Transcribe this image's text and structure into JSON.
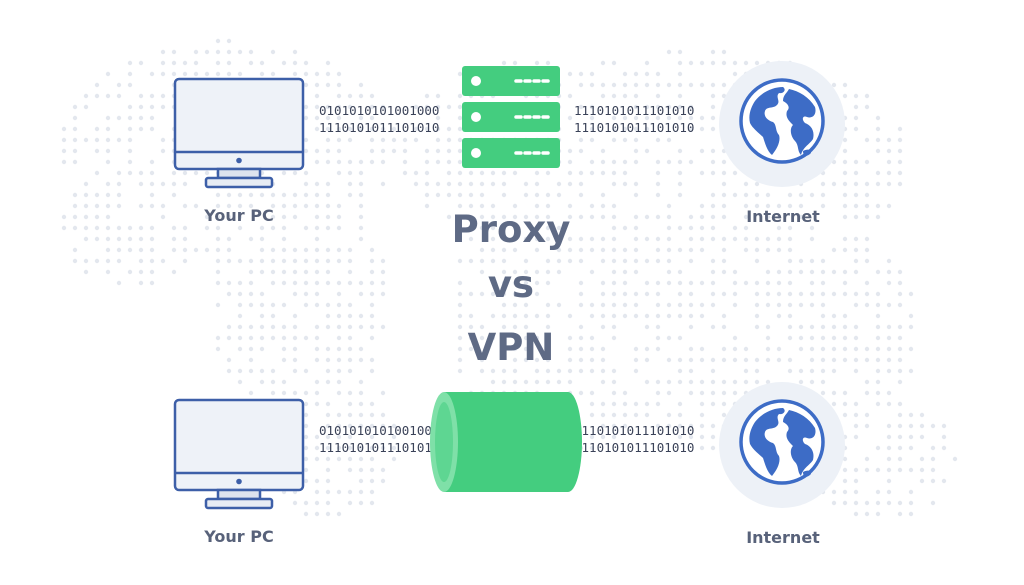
{
  "colors": {
    "device_outline": "#3d5fa8",
    "screen_fill": "#eef2f8",
    "green": "#44cd7f",
    "green_light": "#7fe0a8",
    "globe_blue": "#3d6cc6",
    "globe_halo": "#edf1f7",
    "text_gray": "#58627a",
    "binary_text": "#3a4258",
    "dot": "#e3e7ee"
  },
  "title": {
    "line1": "Proxy",
    "line2": "vs",
    "line3": "VPN"
  },
  "proxy_row": {
    "pc_label": "Your PC",
    "internet_label": "Internet",
    "left_binary": [
      "0101010101001000",
      "1110101011101010"
    ],
    "right_binary": [
      "1110101011101010",
      "1110101011101010"
    ],
    "pc_icon": "desktop-monitor-icon",
    "server_icon": "server-stack-icon",
    "globe_icon": "globe-icon"
  },
  "vpn_row": {
    "pc_label": "Your PC",
    "internet_label": "Internet",
    "left_binary": [
      "0101010101001000",
      "1110101011101010"
    ],
    "right_binary": [
      "1110101011101010",
      "1110101011101010"
    ],
    "pc_icon": "desktop-monitor-icon",
    "tunnel_icon": "vpn-tunnel-icon",
    "globe_icon": "globe-icon"
  }
}
